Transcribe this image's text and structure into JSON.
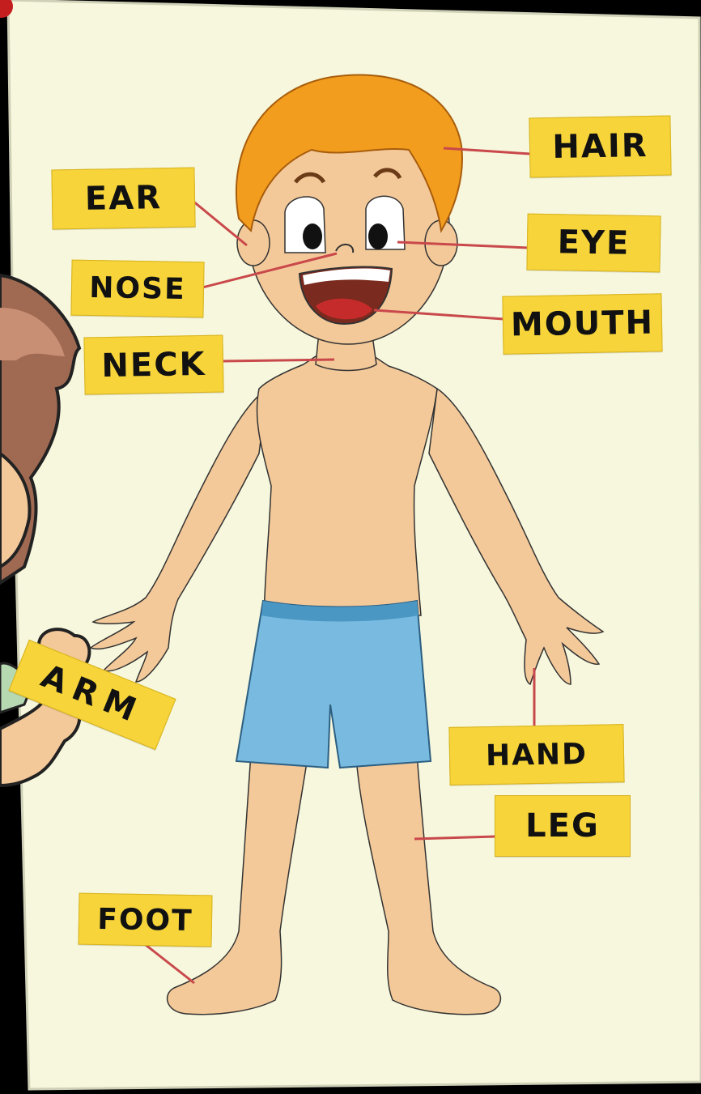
{
  "labels": {
    "hair": "HAIR",
    "ear": "EAR",
    "eye": "EYE",
    "nose": "NOSE",
    "mouth": "MOUTH",
    "neck": "NECK",
    "arm": "ARM",
    "hand": "HAND",
    "leg": "LEG",
    "foot": "FOOT"
  },
  "colors": {
    "background": "#000000",
    "poster": "#f6f7dc",
    "label": "#f6d43a",
    "leader_line": "#c9484b",
    "skin": "#f4c999",
    "hair": "#f29d1e",
    "shorts": "#79bbe0",
    "mouth": "#7a2a1e",
    "tongue": "#c62b2b"
  }
}
